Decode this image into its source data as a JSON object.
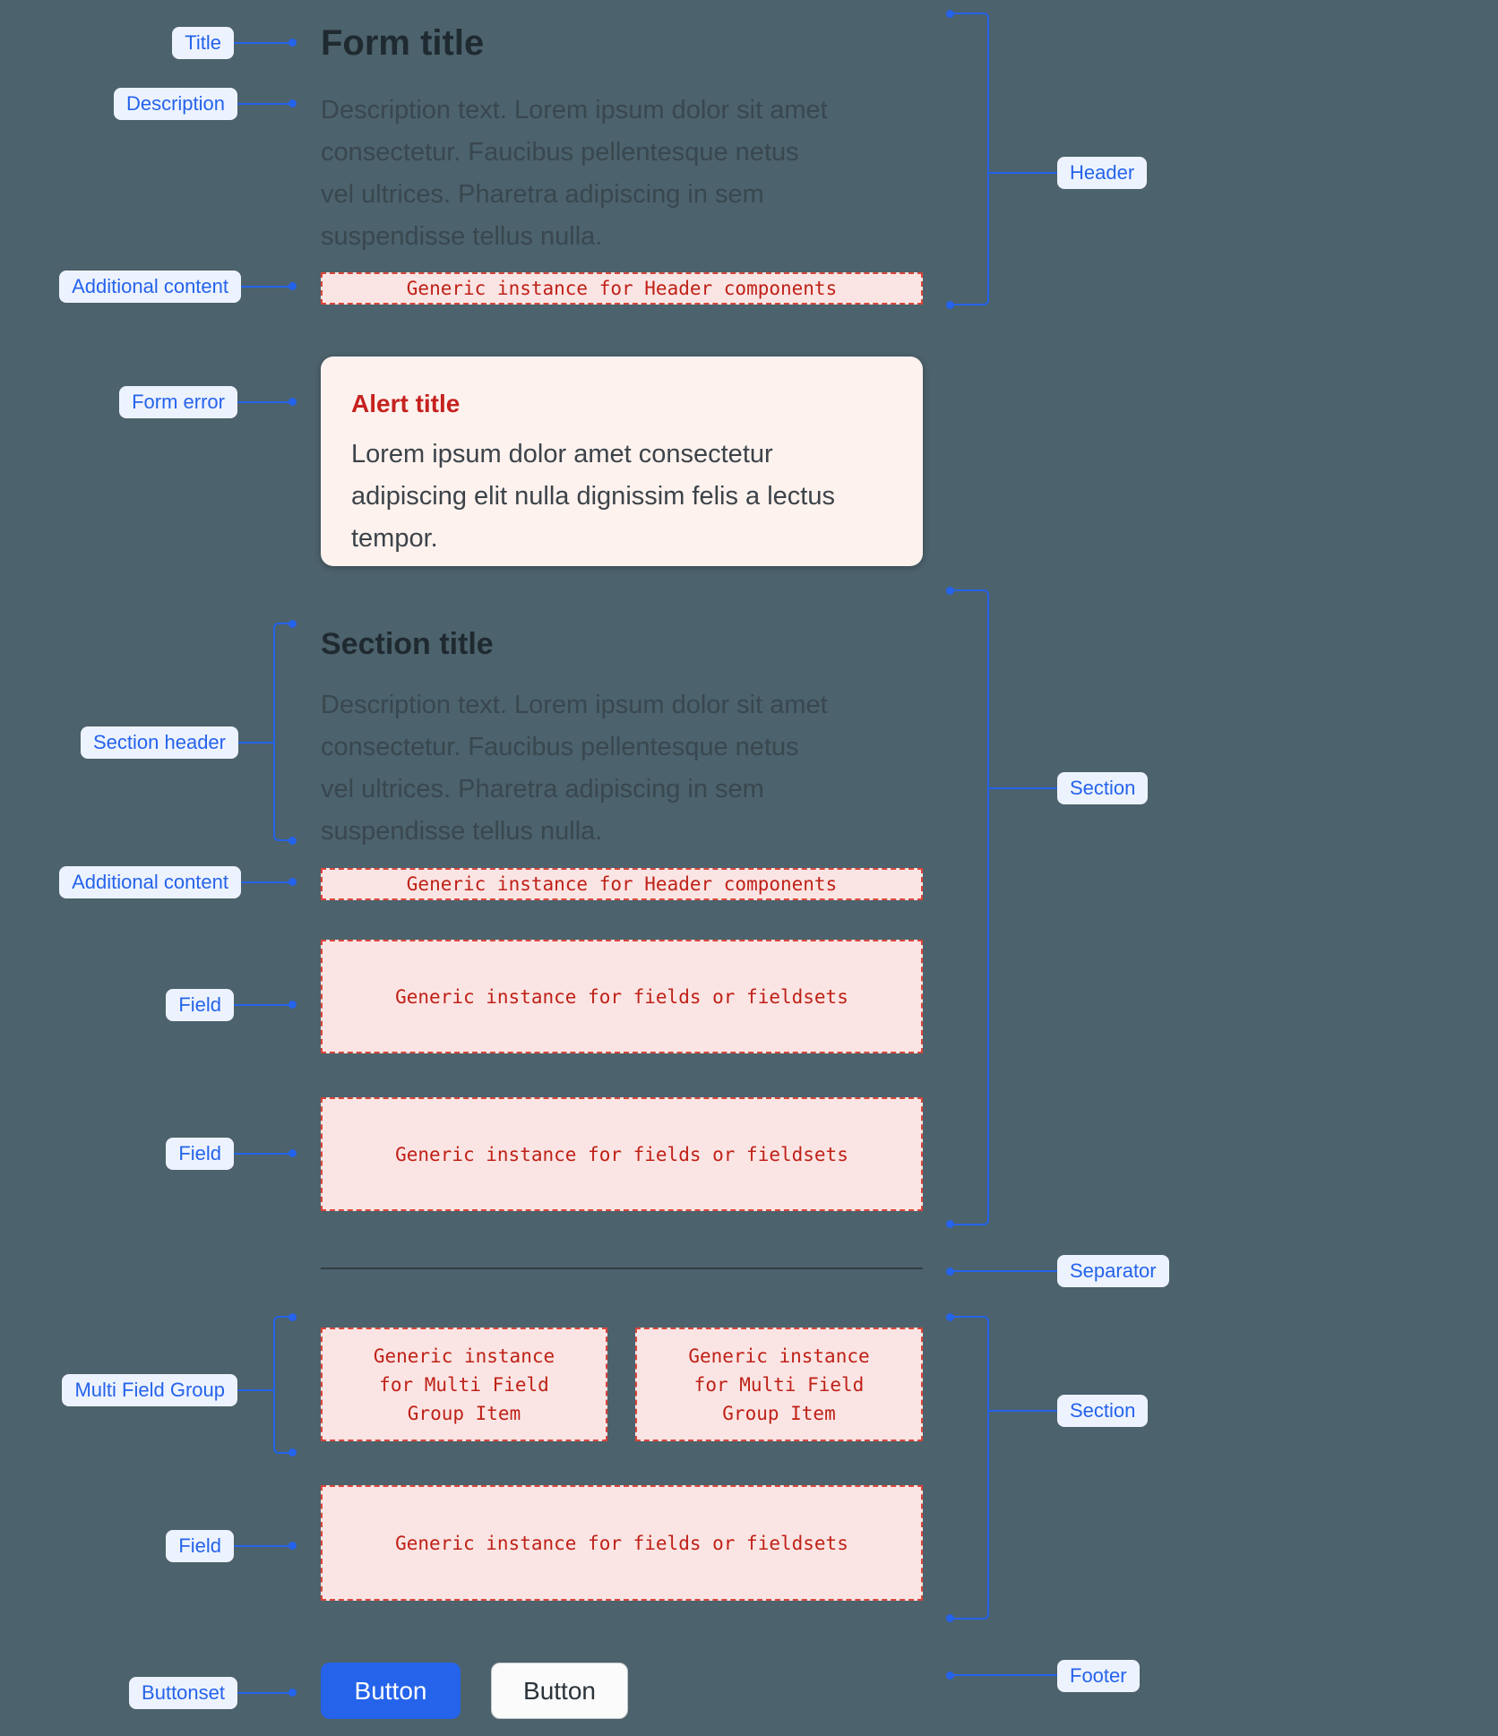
{
  "colors": {
    "background": "#4c626c",
    "accent": "#2563eb",
    "pill_bg": "#edf3fe",
    "heading_text": "#1f2a30",
    "muted_text": "#39474f",
    "placeholder_bg": "#fbe5e4",
    "placeholder_border": "#d9453a",
    "placeholder_text": "#bf2117",
    "alert_bg": "#fdf2ee",
    "alert_title": "#c5221f",
    "alert_text": "#3c4349",
    "separator": "#333e45",
    "primary_button_bg": "#2563eb",
    "primary_button_text": "#ffffff",
    "secondary_button_bg": "#fbfbfb",
    "secondary_button_border": "#c4c8cc",
    "secondary_button_text": "#2b343a"
  },
  "annotations": {
    "left": {
      "title": "Title",
      "description": "Description",
      "additional_content": "Additional content",
      "form_error": "Form error",
      "section_header": "Section header",
      "field": "Field",
      "multi_field_group": "Multi Field Group",
      "buttonset": "Buttonset"
    },
    "right": {
      "header": "Header",
      "section": "Section",
      "separator": "Separator",
      "footer": "Footer"
    }
  },
  "form": {
    "title": "Form title",
    "description_lines": [
      "Description text. Lorem ipsum dolor sit amet",
      "consectetur. Faucibus pellentesque netus",
      "vel ultrices. Pharetra adipiscing in sem",
      "suspendisse tellus nulla."
    ],
    "header_placeholder": "Generic instance for Header components",
    "alert": {
      "title": "Alert title",
      "body_lines": [
        "Lorem ipsum dolor amet consectetur",
        "adipiscing elit nulla dignissim felis a lectus",
        "tempor."
      ]
    },
    "section": {
      "title": "Section title",
      "description_lines": [
        "Description text. Lorem ipsum dolor sit amet",
        "consectetur. Faucibus pellentesque netus",
        "vel ultrices. Pharetra adipiscing in sem",
        "suspendisse tellus nulla."
      ],
      "header_placeholder": "Generic instance for Header components",
      "field_placeholder": "Generic instance for fields or fieldsets",
      "multi_field_group_lines": [
        "Generic instance",
        "for Multi Field",
        "Group Item"
      ]
    },
    "footer": {
      "primary_button": "Button",
      "secondary_button": "Button"
    }
  }
}
